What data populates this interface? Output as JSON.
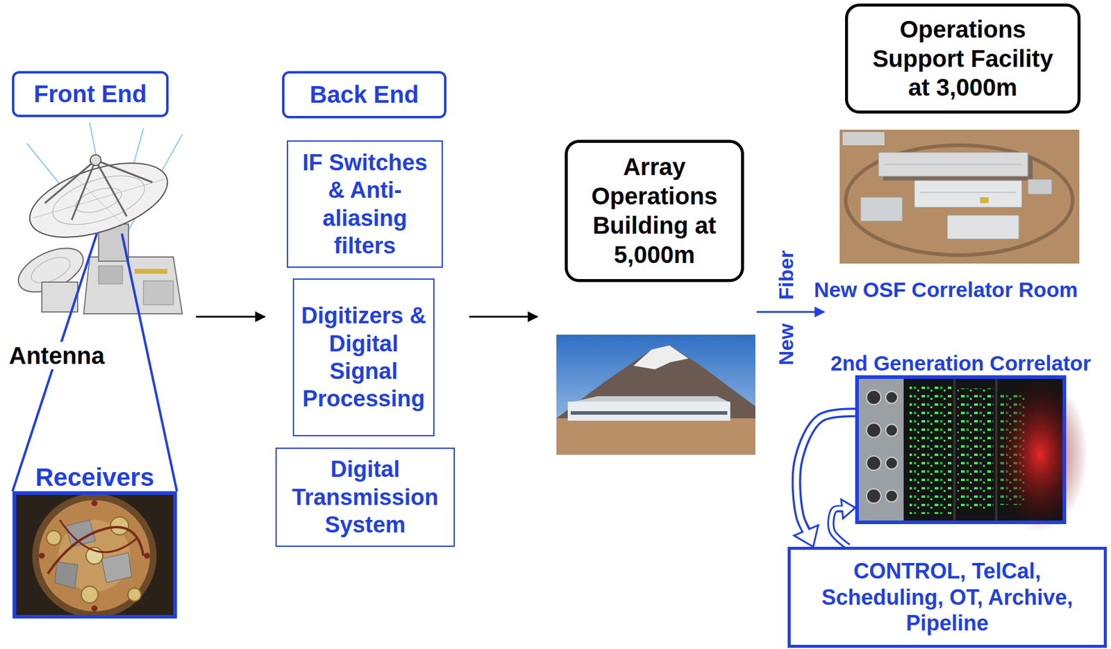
{
  "diagram": {
    "nodes": [
      {
        "text": [
          "Front End"
        ]
      },
      {
        "text": [
          "Receivers"
        ]
      },
      {
        "text": [
          "Back End"
        ]
      },
      {
        "text": [
          "IF Switches & Anti-aliasing filters"
        ]
      },
      {
        "text": [
          "Digitizers & Digital Signal Processing"
        ]
      },
      {
        "text": [
          "Digital Transmission System"
        ]
      },
      {
        "text": [
          "Array Operations Building at 5,000m"
        ]
      },
      {
        "text": [
          "Operations Support Facility at 3,000m"
        ]
      },
      {
        "text": [
          "2nd Generation Correlator"
        ]
      },
      {
        "text": [
          "CONTROL, TelCal, Scheduling, OT, Archive, Pipeline"
        ]
      }
    ],
    "edges": [
      {
        "from": 8,
        "to": 9,
        "arrow": "to"
      },
      {
        "from": 9,
        "to": 8,
        "arrow": "to"
      }
    ],
    "labels": [
      "Antenna",
      "New Fiber",
      "New OSF Correlator Room"
    ]
  }
}
